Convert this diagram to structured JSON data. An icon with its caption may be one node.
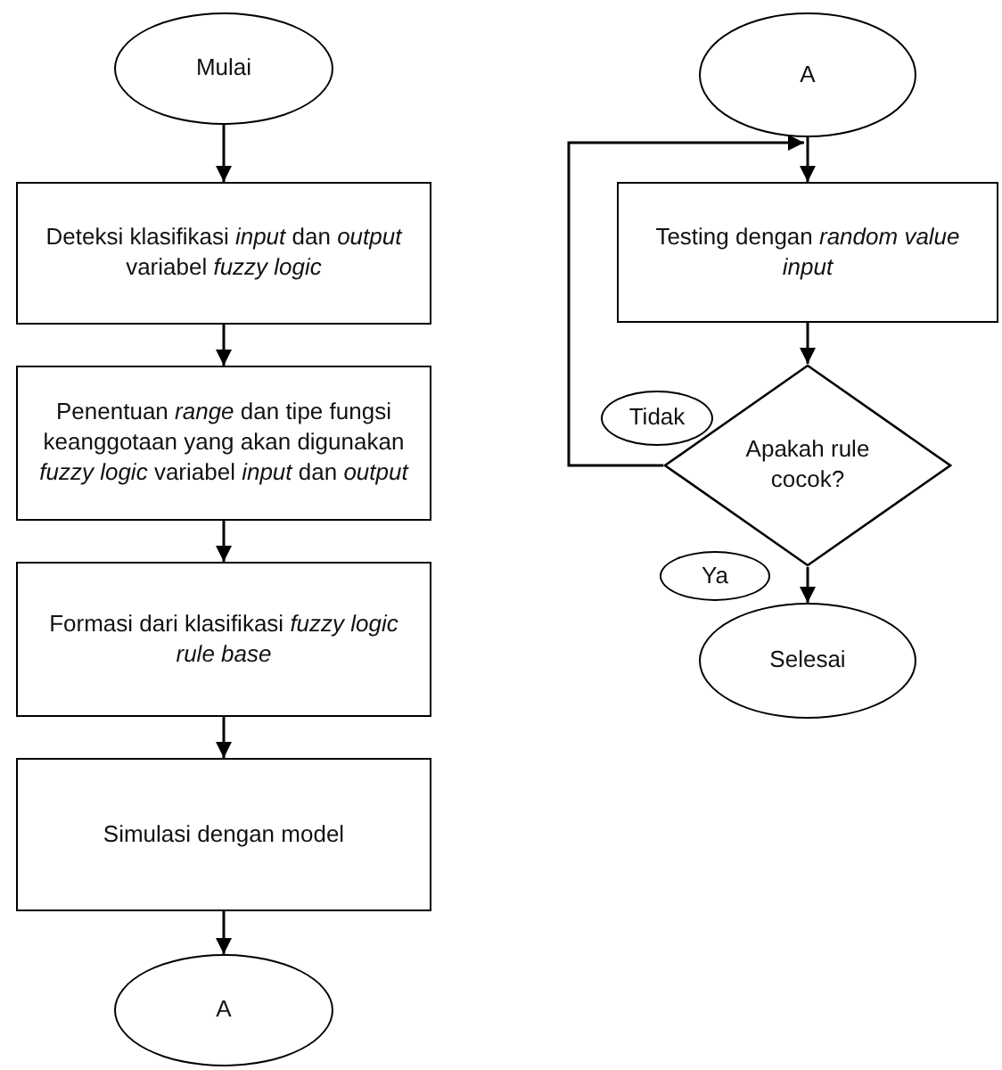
{
  "diagram": {
    "nodes": [
      {
        "text": [
          "Mulai"
        ]
      },
      {
        "text": [
          "Deteksi klasifikasi *input* dan *output* variabel *fuzzy logic*"
        ]
      },
      {
        "text": [
          "Penentuan *range* dan tipe fungsi keanggotaan yang akan digunakan *fuzzy logic* variabel *input* dan *output*"
        ]
      },
      {
        "text": [
          "Formasi dari klasifikasi *fuzzy logic rule base*"
        ]
      },
      {
        "text": [
          "Simulasi dengan model"
        ]
      },
      {
        "text": [
          "A"
        ]
      },
      {
        "text": [
          "A"
        ]
      },
      {
        "text": [
          "Testing dengan *random value input*"
        ]
      },
      {
        "text": [
          "Tidak"
        ]
      },
      {
        "text": [
          "Apakah rule cocok?"
        ]
      },
      {
        "text": [
          "Ya"
        ]
      },
      {
        "text": [
          "Selesai"
        ]
      }
    ],
    "edges": [
      {
        "from": 0,
        "to": 1,
        "arrow": "to"
      },
      {
        "from": 1,
        "to": 2,
        "arrow": "to"
      },
      {
        "from": 2,
        "to": 3,
        "arrow": "to"
      },
      {
        "from": 3,
        "to": 4,
        "arrow": "to"
      },
      {
        "from": 4,
        "to": 5,
        "arrow": "to"
      },
      {
        "from": 6,
        "to": 7,
        "arrow": "to"
      },
      {
        "from": 7,
        "to": 9,
        "arrow": "to"
      },
      {
        "from": 9,
        "to": 7,
        "arrow": "to"
      },
      {
        "from": 9,
        "to": 11,
        "arrow": "to"
      }
    ]
  }
}
